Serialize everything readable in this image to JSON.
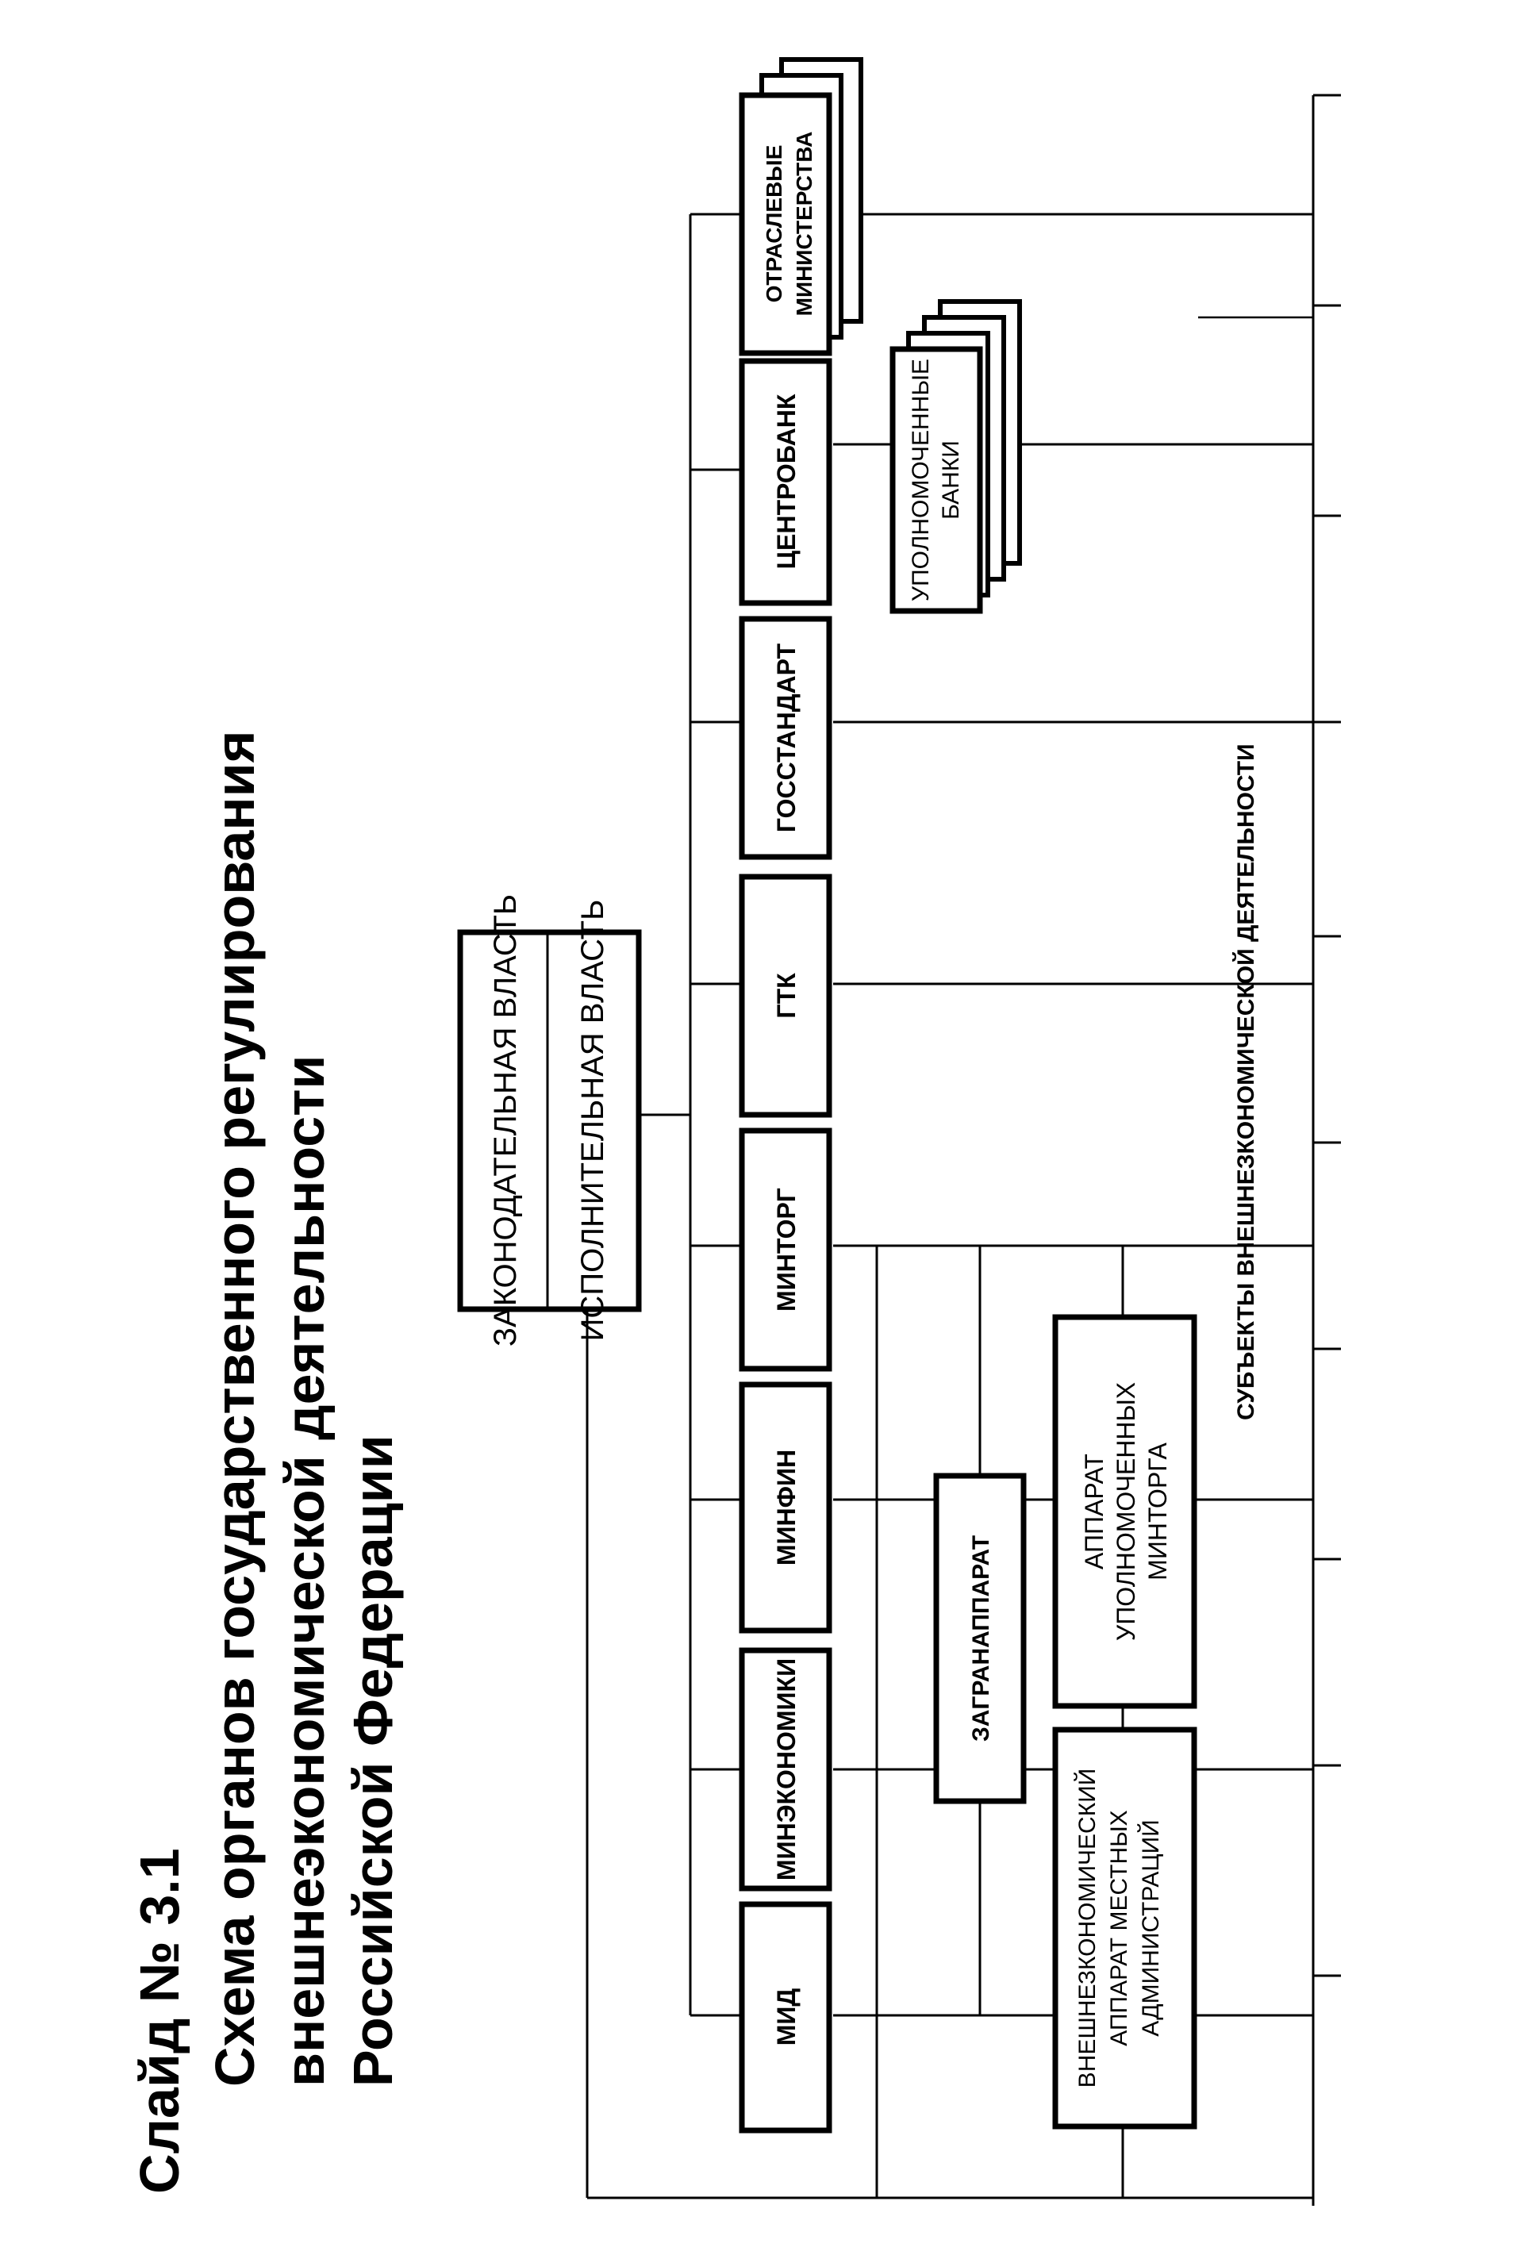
{
  "title": {
    "line1": "Слайд № 3.1",
    "line2": "Схема органов государственного регулирования",
    "line3": "внешнеэкономической деятельности",
    "line4": "Российской Федерации"
  },
  "nodes": {
    "legislative": "ЗАКОНОДАТЕЛЬНАЯ ВЛАСТЬ",
    "executive": "ИСПОЛНИТЕЛЬНАЯ ВЛАСТЬ",
    "mid": "МИД",
    "minekonomiki": "МИНЭКОНОМИКИ",
    "minfin": "МИНФИН",
    "mintorg": "МИНТОРГ",
    "gtk": "ГТК",
    "gosstandart": "ГОССТАНДАРТ",
    "centrobank": "ЦЕНТРОБАНК",
    "otraslevye_line1": "ОТРАСЛЕВЫЕ",
    "otraslevye_line2": "МИНИСТЕРСТВА",
    "zagranapparat": "ЗАГРАНАППАРАТ",
    "apparat_line1": "АППАРАТ",
    "apparat_line2": "УПОЛНОМОЧЕННЫХ",
    "apparat_line3": "МИНТОРГА",
    "upolnom_line1": "УПОЛНОМОЧЕННЫЕ",
    "upolnom_line2": "БАНКИ",
    "vneshn_line1": "ВНЕШНЕЗКОНОМИЧЕСКИЙ",
    "vneshn_line2": "АППАРАТ МЕСТНЫХ",
    "vneshn_line3": "АДМИНИСТРАЦИЙ",
    "subjects": "СУБЪЕКТЫ ВНЕШНЕЗКОНОМИЧЕСКОЙ ДЕЯТЕЛЬНОСТИ"
  }
}
